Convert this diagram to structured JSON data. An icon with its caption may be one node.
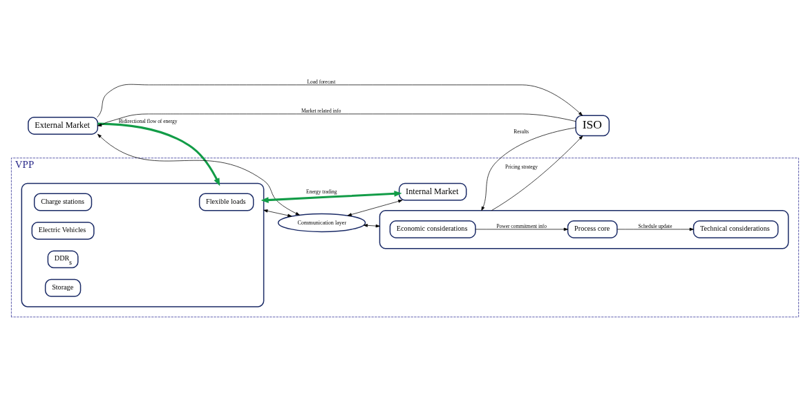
{
  "diagram": {
    "nodes": [
      {
        "text": [
          "External Market"
        ]
      },
      {
        "text": [
          "VPP"
        ]
      },
      {
        "text": [],
        "shape": "box",
        "in": 1
      },
      {
        "text": [
          "Charge stations"
        ],
        "in": 2
      },
      {
        "text": [
          "Electric Vehicles"
        ],
        "in": 2
      },
      {
        "text": [
          "Flexible loads"
        ],
        "in": 2
      },
      {
        "text": [
          "DDR$_{s}$"
        ],
        "in": 2
      },
      {
        "text": [
          "Storage"
        ],
        "in": 2
      },
      {
        "text": [
          "Communication layer"
        ],
        "in": 1
      },
      {
        "text": [],
        "shape": "box",
        "in": 1
      },
      {
        "text": [
          "Technical considerations"
        ],
        "in": 9
      },
      {
        "text": [
          "Economic considerations"
        ],
        "in": 9
      },
      {
        "text": [
          "Process core"
        ],
        "in": 9
      },
      {
        "text": [
          "Internal Market"
        ],
        "in": 1
      },
      {
        "text": [
          "ISO"
        ]
      }
    ],
    "edges": [
      {
        "from": 0,
        "to": 2,
        "arrow": "to",
        "label": "Bidirectional flow of energy",
        "style": "thick",
        "color": "#129c47"
      },
      {
        "from": 0,
        "to": 8,
        "arrow": "both"
      },
      {
        "from": 2,
        "to": 8,
        "arrow": "both"
      },
      {
        "from": 8,
        "to": 9,
        "arrow": "both"
      },
      {
        "from": 2,
        "to": 13,
        "arrow": "both",
        "label": "Energy trading",
        "style": "thick",
        "color": "#129c47"
      },
      {
        "from": 8,
        "to": 13,
        "arrow": "both"
      },
      {
        "from": 12,
        "to": 10,
        "arrow": "to",
        "label": "Schedule update"
      },
      {
        "from": 11,
        "to": 12,
        "arrow": "to",
        "label": "Power commitment info"
      },
      {
        "from": 9,
        "to": 14,
        "arrow": "to",
        "label": "Pricing strategy"
      },
      {
        "from": 14,
        "to": 9,
        "arrow": "to",
        "label": "Results"
      },
      {
        "from": 0,
        "to": 14,
        "arrow": "to",
        "label": "Load forecast"
      },
      {
        "from": 14,
        "to": 0,
        "arrow": "to",
        "label": "Market related info"
      }
    ]
  }
}
